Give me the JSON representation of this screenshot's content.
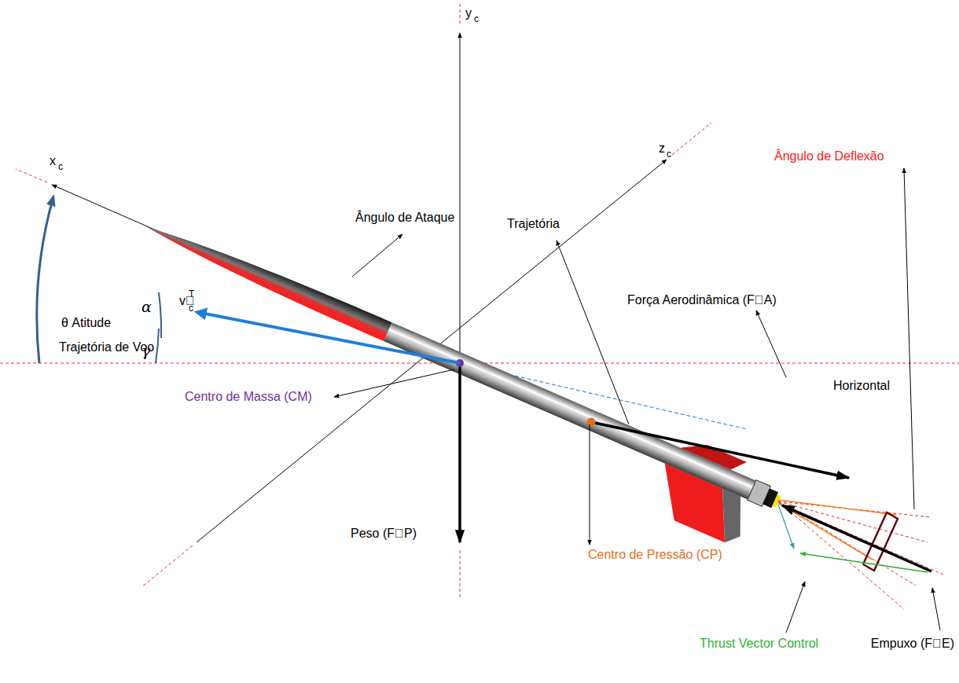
{
  "diagram": {
    "labels": [
      "y",
      "c",
      "x",
      "c",
      "z",
      "c",
      "Ângulo de Ataque",
      "Trajetória",
      "Ângulo de Deflexão",
      "θ Atitude",
      "v⃗",
      "c",
      "T",
      "α",
      "Força Aerodinâmica (F⃗A)",
      "Trajetória de Voo",
      "γ",
      "Centro de Massa (CM)",
      "Horizontal",
      "Peso (F⃗P)",
      "Centro de Pressão (CP)",
      "Thrust Vector Control",
      "Empuxo (F⃗E)"
    ]
  }
}
